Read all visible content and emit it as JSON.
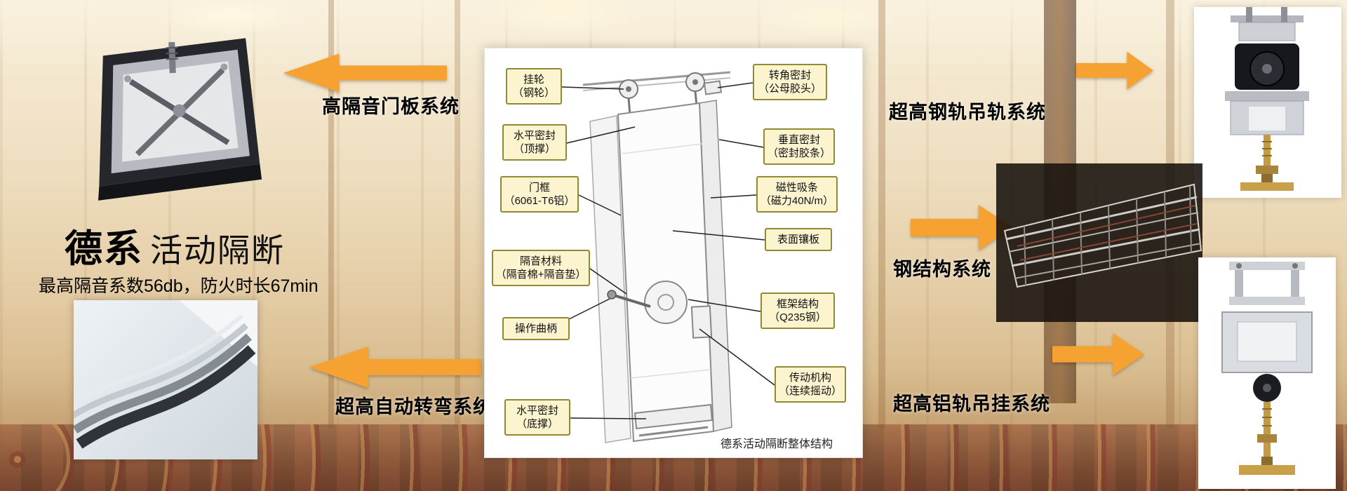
{
  "hero": {
    "brand": "德系",
    "product": "活动隔断",
    "subtitle": "最高隔音系数56db，防火时长67min"
  },
  "systems": {
    "door_panel": "高隔音门板系统",
    "auto_turn": "超高自动转弯系统",
    "steel_rail": "超高钢轨吊轨系统",
    "steel_structure": "钢结构系统",
    "alu_rail": "超高铝轨吊挂系统"
  },
  "diagram": {
    "caption": "德系活动隔断整体结构",
    "left_labels": [
      {
        "line1": "挂轮",
        "line2": "（钢轮）"
      },
      {
        "line1": "水平密封",
        "line2": "（顶撑）"
      },
      {
        "line1": "门框",
        "line2": "（6061-T6铝）"
      },
      {
        "line1": "隔音材料",
        "line2": "（隔音棉+隔音垫）"
      },
      {
        "line1": "操作曲柄",
        "line2": ""
      },
      {
        "line1": "水平密封",
        "line2": "（底撑）"
      }
    ],
    "right_labels": [
      {
        "line1": "转角密封",
        "line2": "（公母胶头）"
      },
      {
        "line1": "垂直密封",
        "line2": "（密封胶条）"
      },
      {
        "line1": "磁性吸条",
        "line2": "（磁力40N/m）"
      },
      {
        "line1": "表面镶板",
        "line2": ""
      },
      {
        "line1": "框架结构",
        "line2": "（Q235钢）"
      },
      {
        "line1": "传动机构",
        "line2": "（连续摇动）"
      }
    ]
  },
  "colors": {
    "arrow_orange": "#F6A233",
    "callout_bg": "#FBF4CF",
    "callout_border": "#8F8A33"
  }
}
